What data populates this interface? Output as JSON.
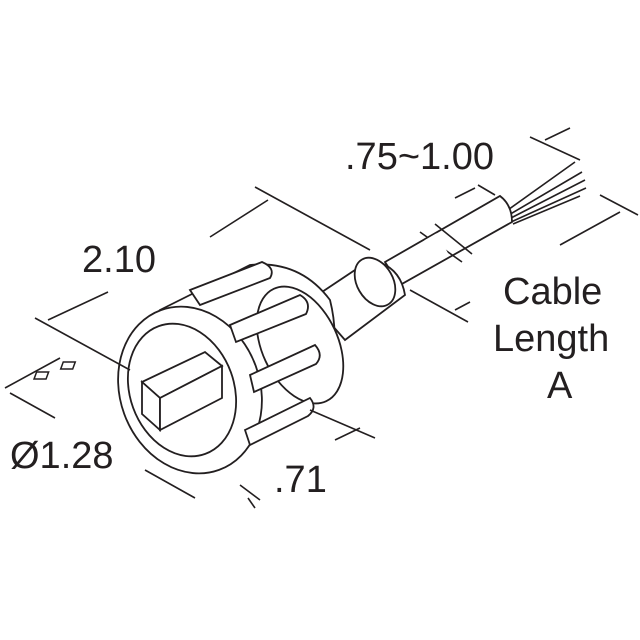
{
  "dimensions": {
    "wire_strip": ".75~1.00",
    "length": "2.10",
    "diameter": "Ø1.28",
    "nut_width": ".71",
    "cable_length_line1": "Cable",
    "cable_length_line2": "Length",
    "cable_length_line3": "A"
  }
}
